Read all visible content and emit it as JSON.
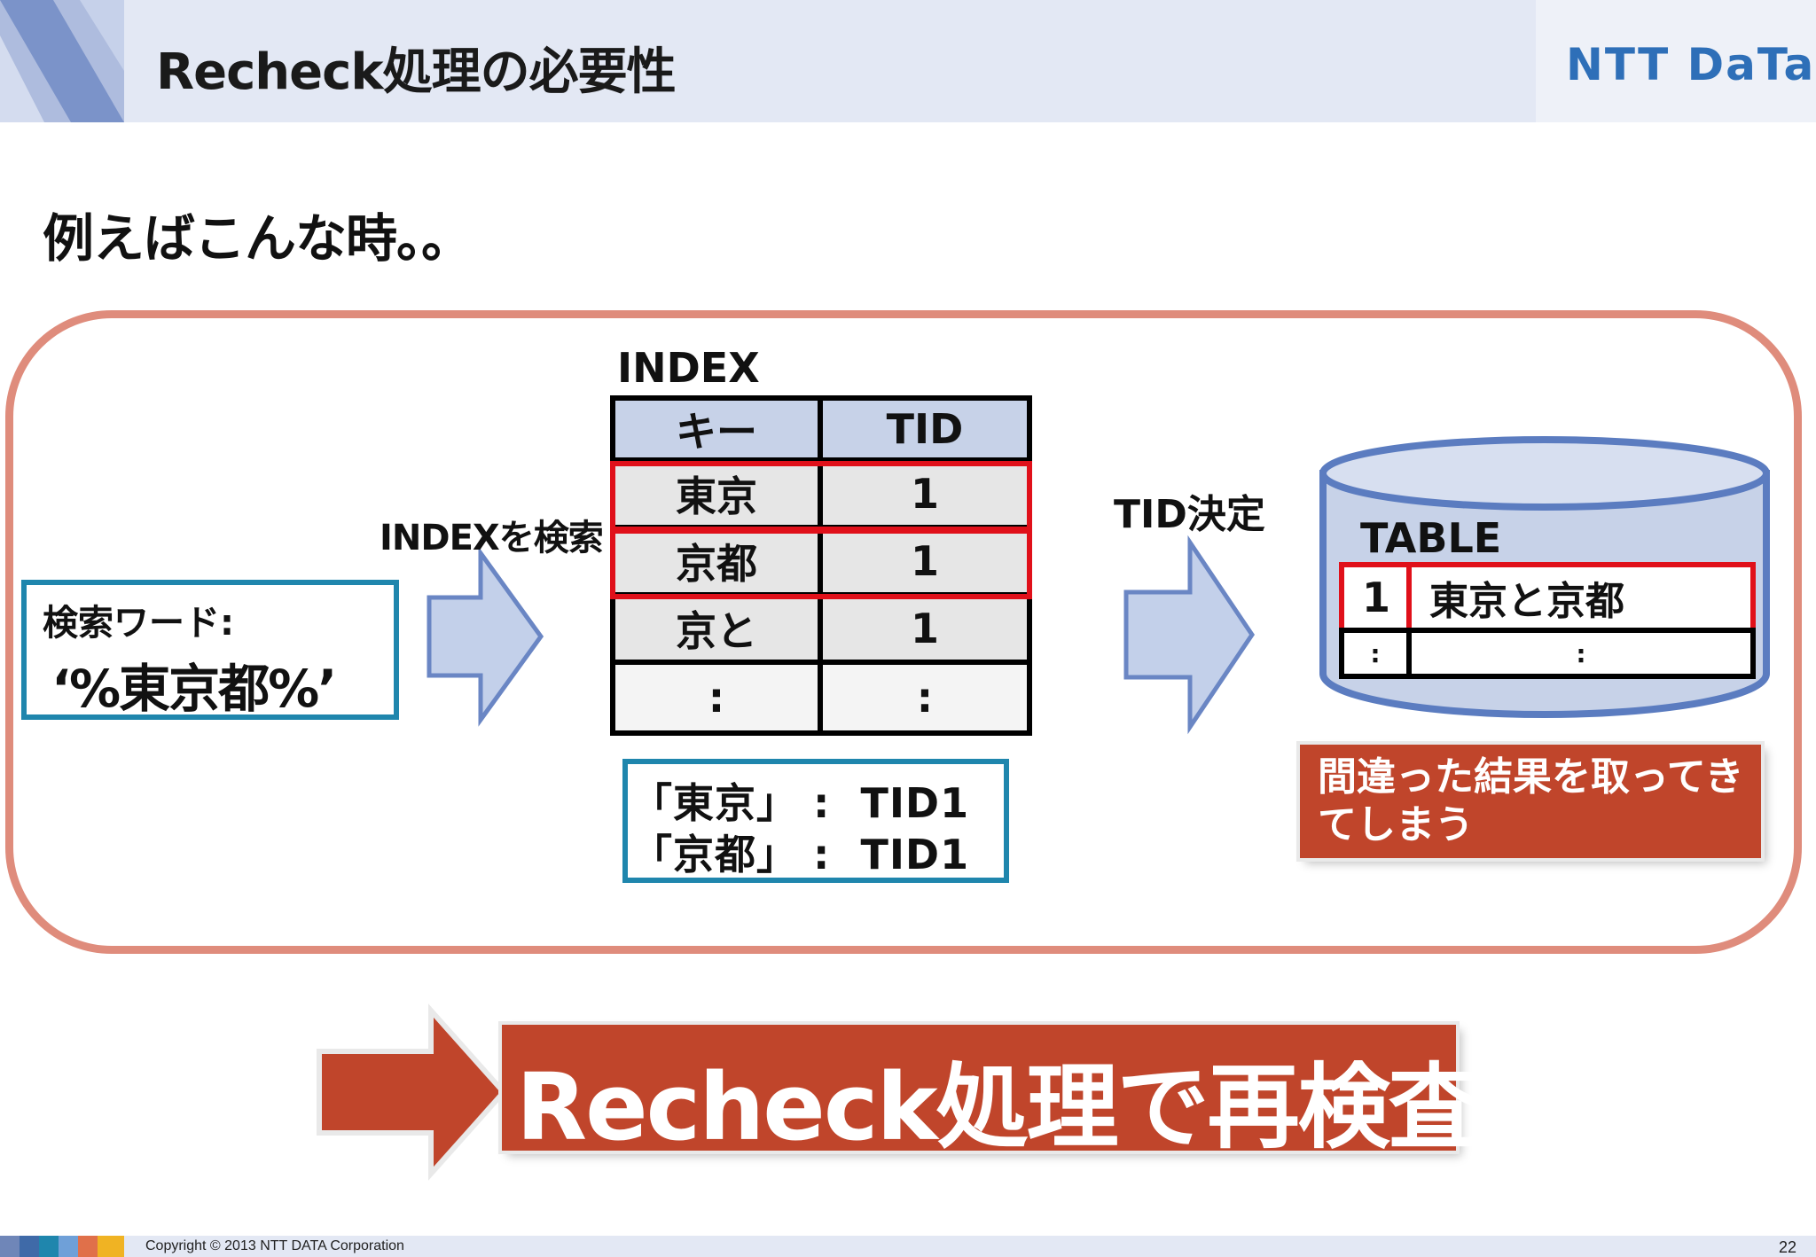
{
  "header": {
    "title": "Recheck処理の必要性",
    "logo": "NTT DaTa"
  },
  "lead": "例えばこんな時。。",
  "search": {
    "label": "検索ワード:",
    "value": "‘%東京都%’"
  },
  "captions": {
    "search_index": "INDEXを検索",
    "tid_decided": "TID決定"
  },
  "index_table": {
    "title": "INDEX",
    "headers": [
      "キー",
      "TID"
    ],
    "rows": [
      {
        "key": "東京",
        "tid": "1"
      },
      {
        "key": "京都",
        "tid": "1"
      },
      {
        "key": "京と",
        "tid": "1"
      },
      {
        "key": ":",
        "tid": ":"
      }
    ]
  },
  "result_note": {
    "line1": "「東京」 :  TID1",
    "line2": "「京都」 :  TID1"
  },
  "db_table": {
    "title": "TABLE",
    "rows": [
      {
        "id": "1",
        "value": "東京と京都"
      },
      {
        "id": ":",
        "value": ":"
      }
    ]
  },
  "wrong_result": "間違った結果を取ってきてしまう",
  "banner": "Recheck処理で再検査！",
  "footer": {
    "copyright": "Copyright © 2013 NTT DATA Corporation",
    "page": "22"
  },
  "colors": {
    "accent_red": "#c0452b",
    "highlight_red": "#e0101a",
    "frame_salmon": "#df8c7c",
    "box_blue": "#1f86ad",
    "arrow_fill": "#c3d0ea",
    "arrow_stroke": "#6a86c4",
    "header_fill": "#c7d2e8",
    "logo_blue": "#2e6fb8"
  }
}
